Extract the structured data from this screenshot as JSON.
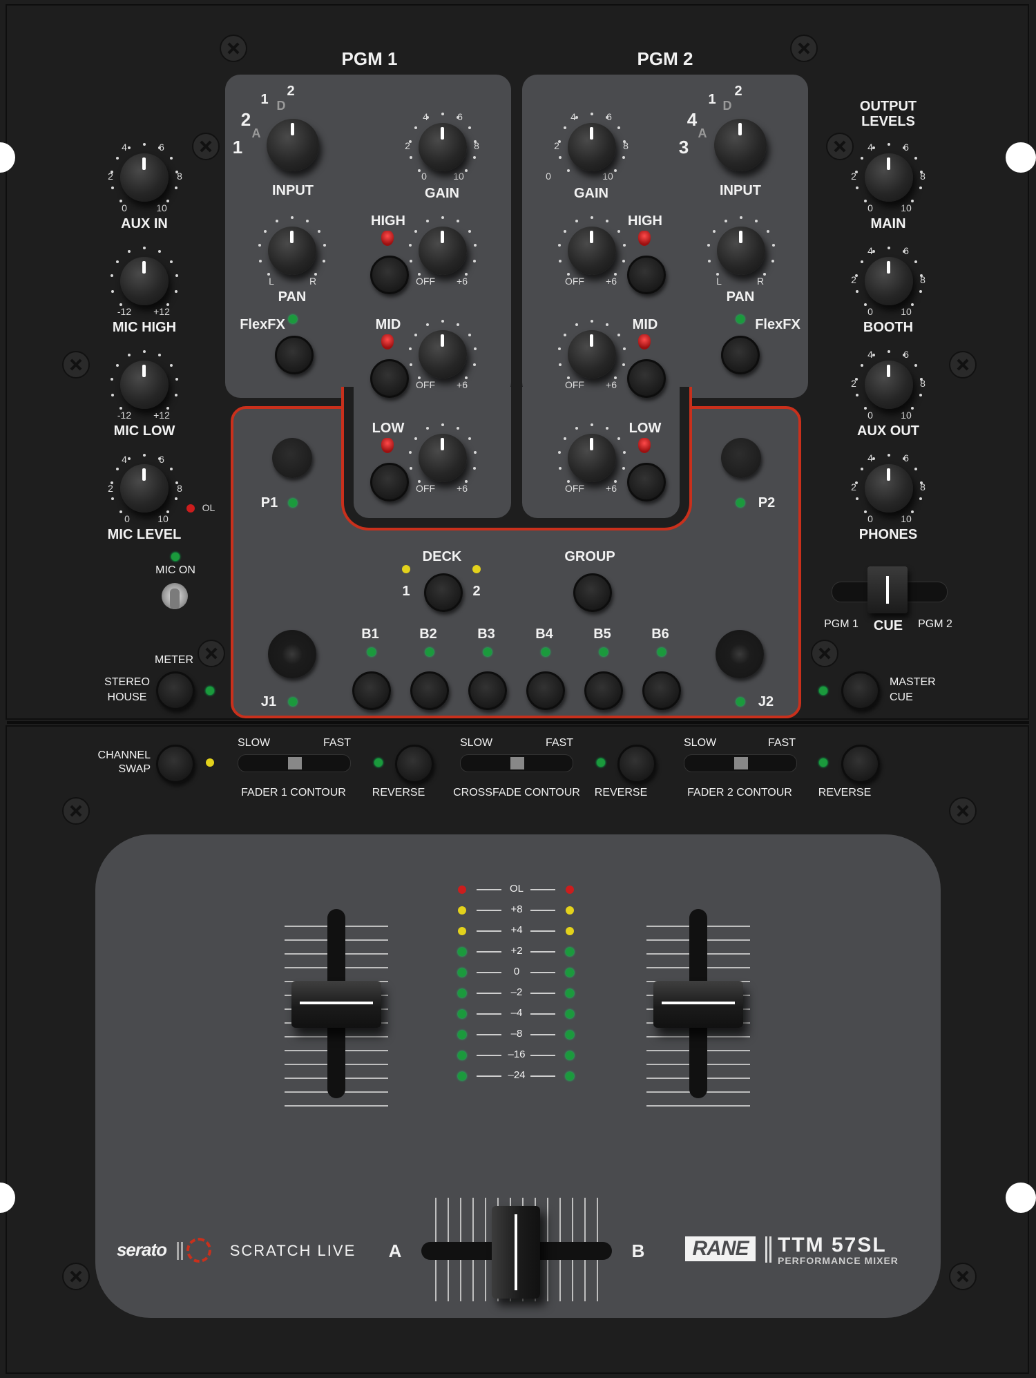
{
  "channels": {
    "pgm1": {
      "title": "PGM 1",
      "input_label": "INPUT",
      "input_positions": [
        "1",
        "2",
        "A",
        "D",
        "1",
        "2"
      ],
      "gain_label": "GAIN",
      "pan_label": "PAN",
      "pan_l": "L",
      "pan_r": "R",
      "flexfx_label": "FlexFX",
      "high_label": "HIGH",
      "mid_label": "MID",
      "low_label": "LOW"
    },
    "pgm2": {
      "title": "PGM 2",
      "input_label": "INPUT",
      "input_positions": [
        "3",
        "4",
        "A",
        "D",
        "1",
        "2"
      ],
      "gain_label": "GAIN",
      "pan_label": "PAN",
      "pan_l": "L",
      "pan_r": "R",
      "flexfx_label": "FlexFX",
      "high_label": "HIGH",
      "mid_label": "MID",
      "low_label": "LOW"
    }
  },
  "scale": {
    "n0": "0",
    "n2": "2",
    "n4": "4",
    "n6": "6",
    "n8": "8",
    "n10": "10",
    "minus12": "-12",
    "plus12": "+12",
    "off": "OFF",
    "plus6": "+6"
  },
  "left": {
    "aux_in": "AUX IN",
    "mic_high": "MIC HIGH",
    "mic_low": "MIC LOW",
    "mic_level": "MIC LEVEL",
    "ol": "OL",
    "mic_on": "MIC ON",
    "meter": "METER",
    "stereo": "STEREO",
    "house": "HOUSE"
  },
  "right": {
    "output_levels_1": "OUTPUT",
    "output_levels_2": "LEVELS",
    "main": "MAIN",
    "booth": "BOOTH",
    "aux_out": "AUX OUT",
    "phones": "PHONES",
    "pgm1": "PGM 1",
    "cue": "CUE",
    "pgm2": "PGM 2",
    "master": "MASTER",
    "master_cue": "CUE"
  },
  "center": {
    "p1": "P1",
    "p2": "P2",
    "deck": "DECK",
    "deck_1": "1",
    "deck_2": "2",
    "group": "GROUP",
    "j1": "J1",
    "j2": "J2",
    "buttons": [
      "B1",
      "B2",
      "B3",
      "B4",
      "B5",
      "B6"
    ]
  },
  "contour": {
    "channel": "CHANNEL",
    "swap": "SWAP",
    "slow": "SLOW",
    "fast": "FAST",
    "fader1": "FADER 1 CONTOUR",
    "crossfade": "CROSSFADE CONTOUR",
    "fader2": "FADER 2 CONTOUR",
    "reverse": "REVERSE"
  },
  "meter_scale": [
    "OL",
    "+8",
    "+4",
    "+2",
    "0",
    "–2",
    "–4",
    "–8",
    "–16",
    "–24"
  ],
  "meter_colors": [
    "red",
    "yellow",
    "yellow",
    "green",
    "green",
    "green",
    "green",
    "green",
    "green",
    "green"
  ],
  "brand": {
    "serato": "serato",
    "scratch_live": "SCRATCH LIVE",
    "a": "A",
    "b": "B",
    "rane": "RANE",
    "model": "TTM 57SL",
    "subtitle": "PERFORMANCE MIXER"
  },
  "colors": {
    "chassis": "#1e1e1e",
    "panel": "#4a4b4e",
    "accent_red": "#cc2a1a",
    "led_green": "#1b9a3c",
    "led_yellow": "#e3d21c",
    "led_red": "#cc1d1d"
  }
}
